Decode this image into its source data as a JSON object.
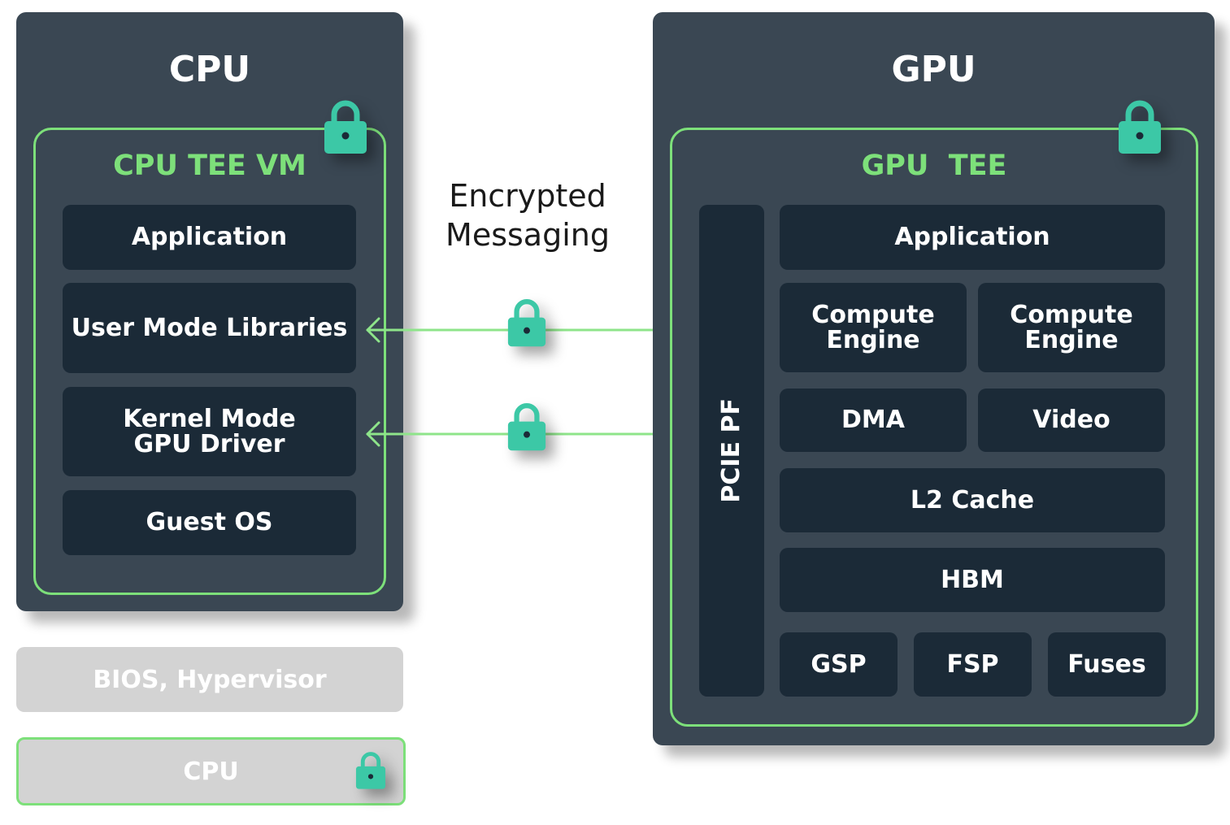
{
  "colors": {
    "panel": "#3a4753",
    "block": "#1b2a37",
    "accent_green": "#7de07a",
    "lock": "#3cc8a6",
    "grey": "#d3d3d3"
  },
  "cpu": {
    "title": "CPU",
    "tee_title": "CPU TEE VM",
    "blocks": {
      "application": "Application",
      "user_mode_libraries": "User Mode Libraries",
      "kernel_line1": "Kernel Mode",
      "kernel_line2": "GPU Driver",
      "guest_os": "Guest OS"
    }
  },
  "middle": {
    "caption_line1": "Encrypted",
    "caption_line2": "Messaging"
  },
  "gpu": {
    "title": "GPU",
    "tee_title": "GPU  TEE",
    "pcie": "PCIE PF",
    "blocks": {
      "application": "Application",
      "compute1_line1": "Compute",
      "compute1_line2": "Engine",
      "compute2_line1": "Compute",
      "compute2_line2": "Engine",
      "dma": "DMA",
      "video": "Video",
      "l2_cache": "L2 Cache",
      "hbm": "HBM",
      "gsp": "GSP",
      "fsp": "FSP",
      "fuses": "Fuses"
    }
  },
  "bottom": {
    "bios": "BIOS, Hypervisor",
    "cpu": "CPU"
  }
}
